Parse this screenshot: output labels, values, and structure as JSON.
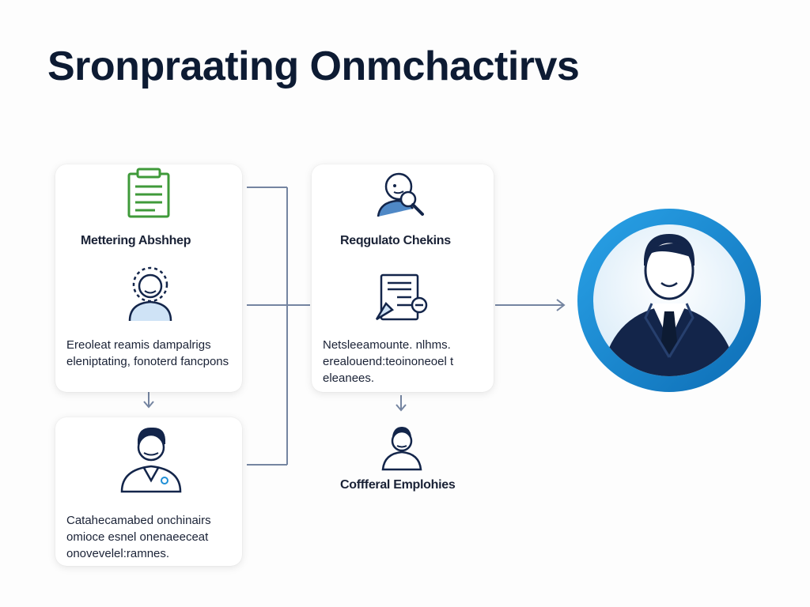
{
  "title": "Sronpraating Onmchactirvs",
  "nodes": {
    "mentoring": {
      "label": "Mettering Abshhep",
      "icon": "clipboard-icon"
    },
    "mentor_person": {
      "icon": "person-thinking-icon",
      "text": "Ereoleat reamis dampalrigs\neleniptating, fonoterd fancpons"
    },
    "regular": {
      "label": "Reqgulato Chekins",
      "icon": "person-search-icon"
    },
    "document": {
      "icon": "document-check-icon",
      "text": "Netsleeamounte. nlhms.\nerealouend:teoinoneoel t\neleanees."
    },
    "doctor": {
      "icon": "professional-person-icon",
      "text": "Catahecamabed onchinairs\nomioce esnel onenaeeceat\nonovevelel:ramnes."
    },
    "confidential": {
      "label": "Coffferal Emplohies",
      "icon": "employee-icon"
    },
    "target": {
      "icon": "businessman-avatar-icon"
    }
  },
  "colors": {
    "accent_blue": "#1f8fd6",
    "ring_dark": "#0d6db5",
    "navy": "#13254a",
    "green": "#3f9a3a",
    "line": "#6b7c99"
  }
}
